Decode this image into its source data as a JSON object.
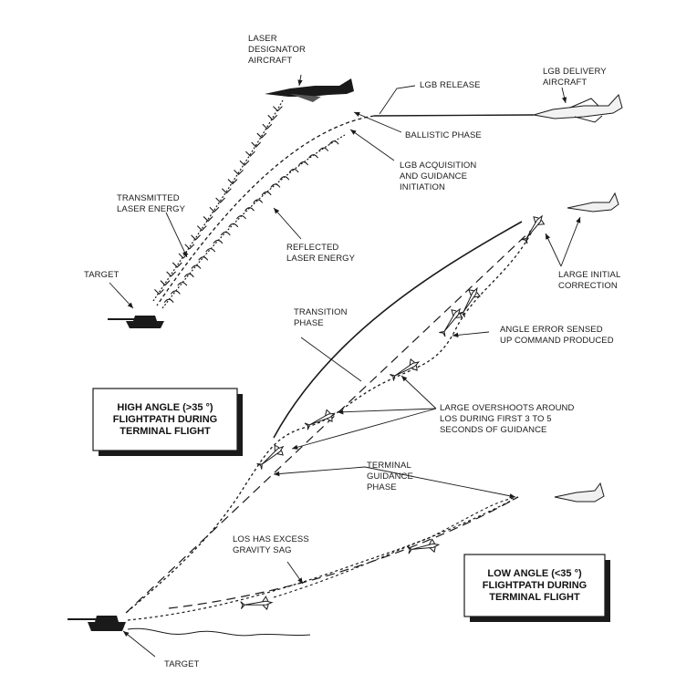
{
  "colors": {
    "ink": "#1a1a1a",
    "paper": "#ffffff"
  },
  "top": {
    "designator": "LASER\nDESIGNATOR\nAIRCRAFT",
    "delivery": "LGB DELIVERY\nAIRCRAFT",
    "release": "LGB RELEASE",
    "ballistic": "BALLISTIC PHASE",
    "acquisition": "LGB ACQUISITION\nAND GUIDANCE\nINITIATION",
    "transmitted": "TRANSMITTED\nLASER ENERGY",
    "reflected": "REFLECTED\nLASER ENERGY",
    "target": "TARGET"
  },
  "bottom": {
    "large_initial": "LARGE INITIAL\nCORRECTION",
    "transition": "TRANSITION\nPHASE",
    "angle_error": "ANGLE ERROR SENSED\nUP COMMAND PRODUCED",
    "overshoots": "LARGE OVERSHOOTS AROUND\nLOS DURING FIRST 3 TO 5\nSECONDS OF GUIDANCE",
    "terminal": "TERMINAL\nGUIDANCE\nPHASE",
    "los_sag": "LOS HAS EXCESS\nGRAVITY SAG",
    "target": "TARGET",
    "high_box": "HIGH ANGLE (>35 °)\nFLIGHTPATH DURING\nTERMINAL FLIGHT",
    "low_box": "LOW ANGLE (<35 °)\nFLIGHTPATH DURING\nTERMINAL FLIGHT"
  }
}
